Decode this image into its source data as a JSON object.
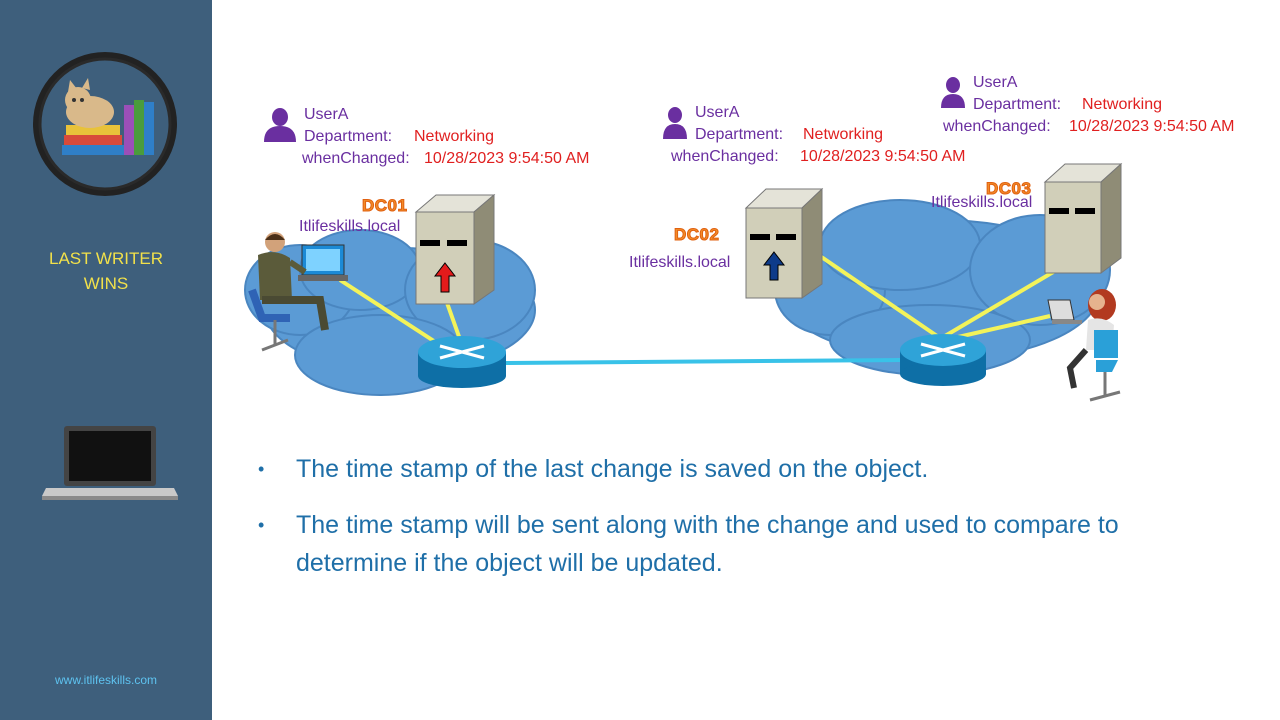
{
  "sidebar": {
    "title": "LAST WRITER\nWINS",
    "url": "www.itlifeskills.com"
  },
  "users": [
    {
      "name": "UserA",
      "department_label": "Department:",
      "department": "Networking",
      "when_label": "whenChanged:",
      "when": "10/28/2023 9:54:50 AM"
    },
    {
      "name": "UserA",
      "department_label": "Department:",
      "department": "Networking",
      "when_label": "whenChanged:",
      "when": "10/28/2023 9:54:50 AM"
    },
    {
      "name": "UserA",
      "department_label": "Department:",
      "department": "Networking",
      "when_label": "whenChanged:",
      "when": "10/28/2023 9:54:50 AM"
    }
  ],
  "dcs": [
    {
      "name": "DC01",
      "domain": "Itlifeskills.local",
      "arrow_color": "#e31b1b"
    },
    {
      "name": "DC02",
      "domain": "Itlifeskills.local",
      "arrow_color": "#0d3b8a"
    },
    {
      "name": "DC03",
      "domain": "Itlifeskills.local"
    }
  ],
  "colors": {
    "sidebar": "#3e5f7c",
    "cloud": "#5b9bd5",
    "link_yellow": "#f3f35a",
    "link_cyan": "#39c2e8",
    "router": "#1f8fc4",
    "label_purple": "#6a2fa0",
    "value_red": "#e02020",
    "dc_orange": "#f28c28",
    "bullet_blue": "#1f6fa8"
  },
  "icons": [
    "user-icon",
    "server-icon",
    "router-icon",
    "cloud-shape",
    "workstation-user-icon",
    "laptop-icon",
    "cat-books-logo"
  ],
  "bullets": [
    "The time stamp of the last change is saved on the object.",
    "The time stamp will be sent along with the change and used to compare to determine if the object will be updated."
  ]
}
